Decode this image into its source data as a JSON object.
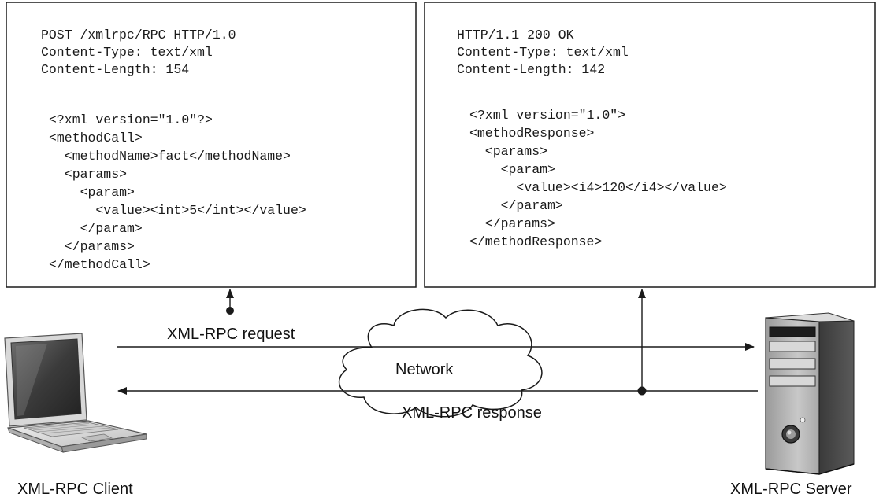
{
  "request_box": {
    "header_lines": [
      "POST /xmlrpc/RPC HTTP/1.0",
      "Content-Type: text/xml",
      "Content-Length: 154"
    ],
    "xml_lines": [
      "<?xml version=\"1.0\"?>",
      "<methodCall>",
      "  <methodName>fact</methodName>",
      "  <params>",
      "    <param>",
      "      <value><int>5</int></value>",
      "    </param>",
      "  </params>",
      "</methodCall>"
    ]
  },
  "response_box": {
    "header_lines": [
      "HTTP/1.1 200 OK",
      "Content-Type: text/xml",
      "Content-Length: 142"
    ],
    "xml_lines": [
      "<?xml version=\"1.0\">",
      "<methodResponse>",
      "  <params>",
      "    <param>",
      "      <value><i4>120</i4></value>",
      "    </param>",
      "  </params>",
      "</methodResponse>"
    ]
  },
  "labels": {
    "request": "XML-RPC request",
    "response": "XML-RPC response",
    "network": "Network",
    "client": "XML-RPC Client",
    "server": "XML-RPC Server"
  },
  "icons": {
    "client": "laptop-icon",
    "server": "server-tower-icon",
    "network": "cloud-icon"
  }
}
